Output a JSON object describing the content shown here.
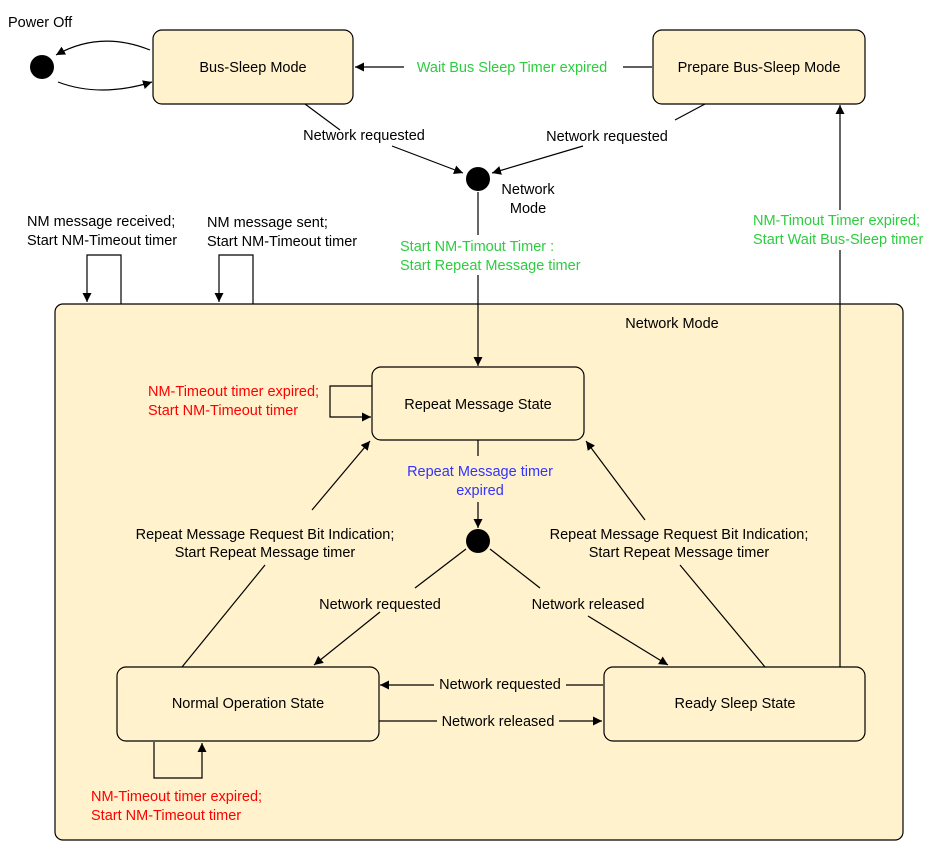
{
  "colors": {
    "state_fill": "#fff2cc",
    "green": "#2ecc40",
    "red": "#ff0000",
    "blue": "#3333ff",
    "black": "#000000"
  },
  "labels": {
    "power_off": "Power Off",
    "bus_sleep_mode": "Bus-Sleep Mode",
    "prepare_bus_sleep_mode": "Prepare Bus-Sleep Mode",
    "wait_bus_sleep_expired": "Wait Bus Sleep Timer expired",
    "network_requested_left": "Network requested",
    "network_requested_right": "Network requested",
    "network_mode_junction_1": "Network",
    "network_mode_junction_2": "Mode",
    "nm_msg_received_1": "NM message received;",
    "nm_msg_received_2": "Start NM-Timeout timer",
    "nm_msg_sent_1": "NM message sent;",
    "nm_msg_sent_2": "Start NM-Timeout timer",
    "start_nm_timout_1": "Start NM-Timout Timer :",
    "start_nm_timout_2": "Start Repeat Message timer",
    "nm_timout_expired_1": "NM-Timout Timer expired;",
    "nm_timout_expired_2": "Start Wait Bus-Sleep timer",
    "network_mode_title": "Network Mode",
    "repeat_message_state": "Repeat Message State",
    "rm_self_1": "NM-Timeout timer expired;",
    "rm_self_2": "Start NM-Timeout timer",
    "rm_timer_expired_1": "Repeat Message timer",
    "rm_timer_expired_2": "expired",
    "rm_request_left_1": "Repeat Message Request Bit Indication;",
    "rm_request_left_2": "Start Repeat Message timer",
    "rm_request_right_1": "Repeat Message Request Bit Indication;",
    "rm_request_right_2": "Start Repeat Message timer",
    "junction_network_requested": "Network requested",
    "junction_network_released": "Network released",
    "normal_operation_state": "Normal Operation State",
    "ready_sleep_state": "Ready Sleep State",
    "ros_to_nos": "Network requested",
    "nos_to_ros": "Network released",
    "nos_self_1": "NM-Timeout timer expired;",
    "nos_self_2": "Start NM-Timeout timer"
  }
}
